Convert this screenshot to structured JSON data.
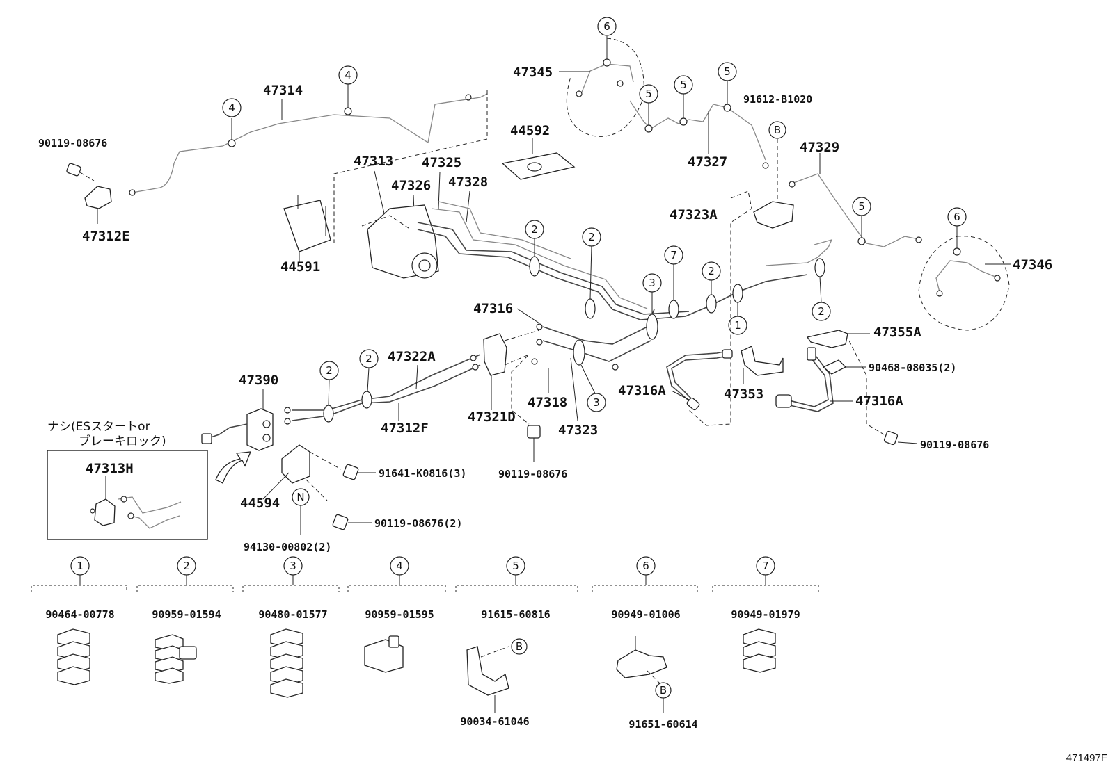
{
  "labels": {
    "p47314": "47314",
    "p90119_08676_a": "90119-08676",
    "p47312E": "47312E",
    "p44591": "44591",
    "p47313": "47313",
    "p47325": "47325",
    "p47326": "47326",
    "p47328": "47328",
    "p44592": "44592",
    "p47345": "47345",
    "p47327": "47327",
    "p91612_B1020": "91612-B1020",
    "p47329": "47329",
    "p47323A": "47323A",
    "p47346": "47346",
    "p47316": "47316",
    "p47322A": "47322A",
    "p47390": "47390",
    "p47355A": "47355A",
    "p90468_08035": "90468-08035(2)",
    "p47316A_a": "47316A",
    "p47316A_b": "47316A",
    "p47353": "47353",
    "p47318": "47318",
    "p47323": "47323",
    "p47321D": "47321D",
    "p47312F": "47312F",
    "p90119_08676_b": "90119-08676",
    "p90119_08676_c": "90119-08676",
    "p91641_K0816": "91641-K0816(3)",
    "p44594": "44594",
    "p90119_08676_2": "90119-08676(2)",
    "p94130_00802": "94130-00802(2)",
    "p47313H": "47313H",
    "note_line1": "ナシ(ESスタートor",
    "note_line2": "ブレーキロック)"
  },
  "callouts": {
    "c1": "1",
    "c2": "2",
    "c3": "3",
    "c4": "4",
    "c5": "5",
    "c6": "6",
    "c7": "7",
    "cB": "B",
    "cN": "N"
  },
  "legend": [
    {
      "num": "1",
      "part": "90464-00778",
      "sub": ""
    },
    {
      "num": "2",
      "part": "90959-01594",
      "sub": ""
    },
    {
      "num": "3",
      "part": "90480-01577",
      "sub": ""
    },
    {
      "num": "4",
      "part": "90959-01595",
      "sub": ""
    },
    {
      "num": "5",
      "part": "91615-60816",
      "sub": "90034-61046"
    },
    {
      "num": "6",
      "part": "90949-01006",
      "sub": "91651-60614"
    },
    {
      "num": "7",
      "part": "90949-01979",
      "sub": ""
    }
  ],
  "ref_code": "471497F"
}
